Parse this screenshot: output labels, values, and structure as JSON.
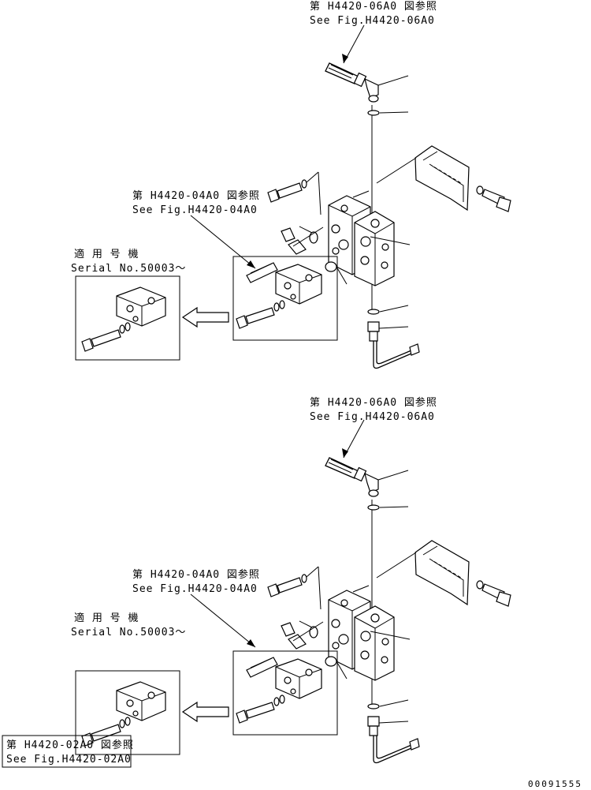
{
  "upper": {
    "ref_top_jp": "第 H4420-06A0 図参照",
    "ref_top_en": "See Fig.H4420-06A0",
    "ref_mid_jp": "第 H4420-04A0 図参照",
    "ref_mid_en": "See Fig.H4420-04A0",
    "serial_jp": "適 用 号 機",
    "serial_en": "Serial No.50003〜"
  },
  "lower": {
    "ref_top_jp": "第 H4420-06A0 図参照",
    "ref_top_en": "See Fig.H4420-06A0",
    "ref_mid_jp": "第 H4420-04A0 図参照",
    "ref_mid_en": "See Fig.H4420-04A0",
    "serial_jp": "適 用 号 機",
    "serial_en": "Serial No.50003〜"
  },
  "bottom_ref": {
    "jp": "第 H4420-02A0 図参照",
    "en": "See Fig.H4420-02A0"
  },
  "drawing_number": "00091555"
}
